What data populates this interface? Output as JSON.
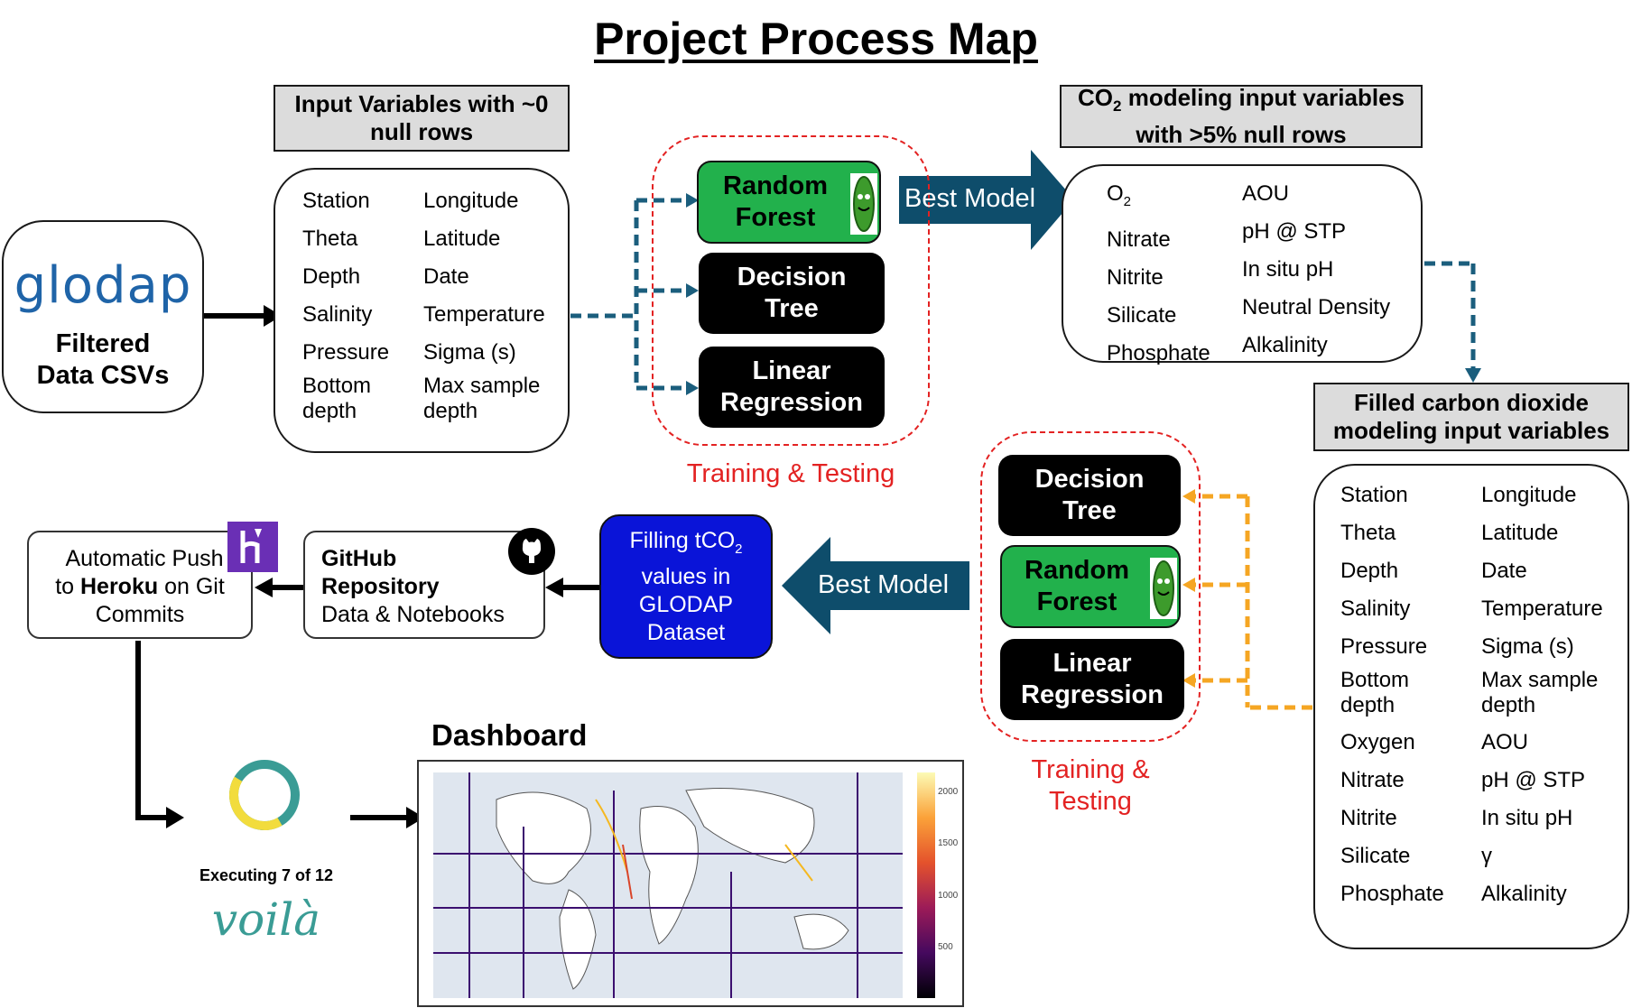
{
  "title": "Project Process Map",
  "source": {
    "logo_text": "glodap",
    "label_line1": "Filtered",
    "label_line2": "Data CSVs"
  },
  "input_vars": {
    "header_line1": "Input Variables with ~0",
    "header_line2": "null rows",
    "col1": [
      "Station",
      "Theta",
      "Depth",
      "Salinity",
      "Pressure"
    ],
    "col1_multi": [
      "Bottom",
      "depth"
    ],
    "col2": [
      "Longitude",
      "Latitude",
      "Date",
      "Temperature",
      "Sigma (s)"
    ],
    "col2_multi": [
      "Max sample",
      "depth"
    ]
  },
  "training_top": {
    "label": "Training & Testing",
    "models": [
      {
        "line1": "Random",
        "line2": "Forest"
      },
      {
        "line1": "Decision",
        "line2": "Tree"
      },
      {
        "line1": "Linear",
        "line2": "Regression"
      }
    ]
  },
  "best_model_top": "Best Model",
  "co2_vars": {
    "header_pre": "CO",
    "header_sub": "2",
    "header_post": " modeling input variables",
    "header_line2": "with >5% null rows",
    "col1": [
      "O",
      "Nitrate",
      "Nitrite",
      "Silicate",
      "Phosphate"
    ],
    "o2_sub": "2",
    "col2": [
      "AOU",
      "pH @ STP",
      "In situ pH",
      "Neutral Density",
      "Alkalinity"
    ]
  },
  "filled_vars": {
    "header_line1": "Filled carbon dioxide",
    "header_line2": "modeling input variables",
    "col1": [
      "Station",
      "Theta",
      "Depth",
      "Salinity",
      "Pressure"
    ],
    "col1_multi": [
      "Bottom",
      "depth"
    ],
    "col1_rest": [
      "Oxygen",
      "Nitrate",
      "Nitrite",
      "Silicate",
      "Phosphate"
    ],
    "col2": [
      "Longitude",
      "Latitude",
      "Date",
      "Temperature",
      "Sigma (s)"
    ],
    "col2_multi": [
      "Max sample",
      "depth"
    ],
    "col2_rest": [
      "AOU",
      "pH @ STP",
      "In situ pH",
      "γ",
      "Alkalinity"
    ]
  },
  "training_bottom": {
    "label_line1": "Training &",
    "label_line2": "Testing",
    "models": [
      {
        "line1": "Decision",
        "line2": "Tree"
      },
      {
        "line1": "Random",
        "line2": "Forest"
      },
      {
        "line1": "Linear",
        "line2": "Regression"
      }
    ]
  },
  "best_model_bottom": "Best Model",
  "filling": {
    "pre": "Filling tCO",
    "sub": "2",
    "line2": "values in",
    "line3": "GLODAP",
    "line4": "Dataset"
  },
  "github": {
    "line1": "GitHub",
    "line2": "Repository",
    "line3": "Data & Notebooks"
  },
  "heroku": {
    "line1": "Automatic Push",
    "line2_pre": "to ",
    "line2_bold": "Heroku",
    "line2_post": " on Git",
    "line3": "Commits"
  },
  "voila": {
    "status": "Executing 7 of 12",
    "logo_text": "voilà",
    "progress": 0.58
  },
  "dashboard": {
    "title": "Dashboard",
    "colorbar_ticks": [
      "2000",
      "1500",
      "1000",
      "500"
    ]
  },
  "colors": {
    "teal_arrow": "#0e4d6b",
    "dashed_blue": "#1b5e7d",
    "dashed_orange": "#f5a623",
    "green_model": "#22b14c",
    "filling_blue": "#0a14d8",
    "heroku_purple": "#6a2fb5",
    "red_label": "#e32222",
    "voila_teal": "#3a9c95",
    "voila_yellow": "#f2dc3d"
  }
}
